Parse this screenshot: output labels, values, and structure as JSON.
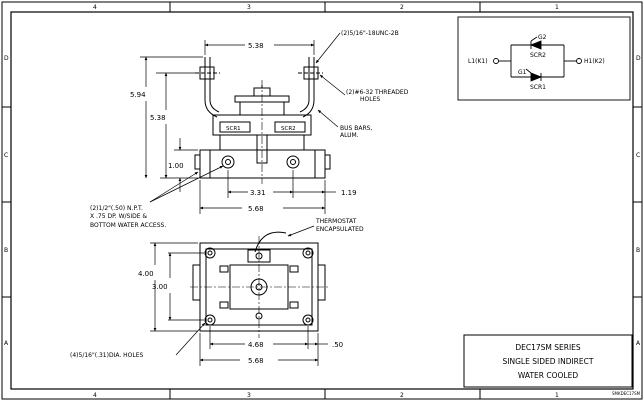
{
  "border": {
    "zones_top": [
      "4",
      "3",
      "2",
      "1"
    ],
    "zones_bottom": [
      "4",
      "3",
      "2",
      "1"
    ],
    "rows_left": [
      "D",
      "C",
      "B",
      "A"
    ],
    "rows_right": [
      "D",
      "C",
      "B",
      "A"
    ]
  },
  "top_view": {
    "width_top": "5.38",
    "height_overall": "5.94",
    "height_inner": "5.38",
    "height_base": "1.00",
    "width_mid": "3.31",
    "offset_right": "1.19",
    "width_bottom": "5.68",
    "scr_labels": [
      "SCR1",
      "SCR2"
    ]
  },
  "bottom_view": {
    "height_overall": "4.00",
    "height_inner": "3.00",
    "width_holes": "4.68",
    "width_overall": "5.68",
    "offset_right": ".50"
  },
  "notes": {
    "bolts": "(2)5/16\"-18UNC-2B",
    "threaded_1": "(2)#6-32 THREADED",
    "threaded_2": "HOLES",
    "busbars_1": "BUS BARS,",
    "busbars_2": "ALUM.",
    "npt_1": "(2)1/2\"(.50) N.P.T.",
    "npt_2": "X .75 DP. W/SIDE &",
    "npt_3": "BOTTOM WATER ACCESS.",
    "thermo_1": "THERMOSTAT",
    "thermo_2": "ENCAPSULATED",
    "holes": "(4)5/16\"(.31)DIA. HOLES"
  },
  "schematic": {
    "left_terminal": "L1(K1)",
    "right_terminal": "H1(K2)",
    "top_gate": "G2",
    "top_scr": "SCR2",
    "bottom_gate": "G1",
    "bottom_scr": "SCR1"
  },
  "title_block": {
    "line1": "DEC17SM SERIES",
    "line2": "SINGLE SIDED INDIRECT",
    "line3": "WATER COOLED"
  },
  "drawing_number": "SMKDEC17SM"
}
